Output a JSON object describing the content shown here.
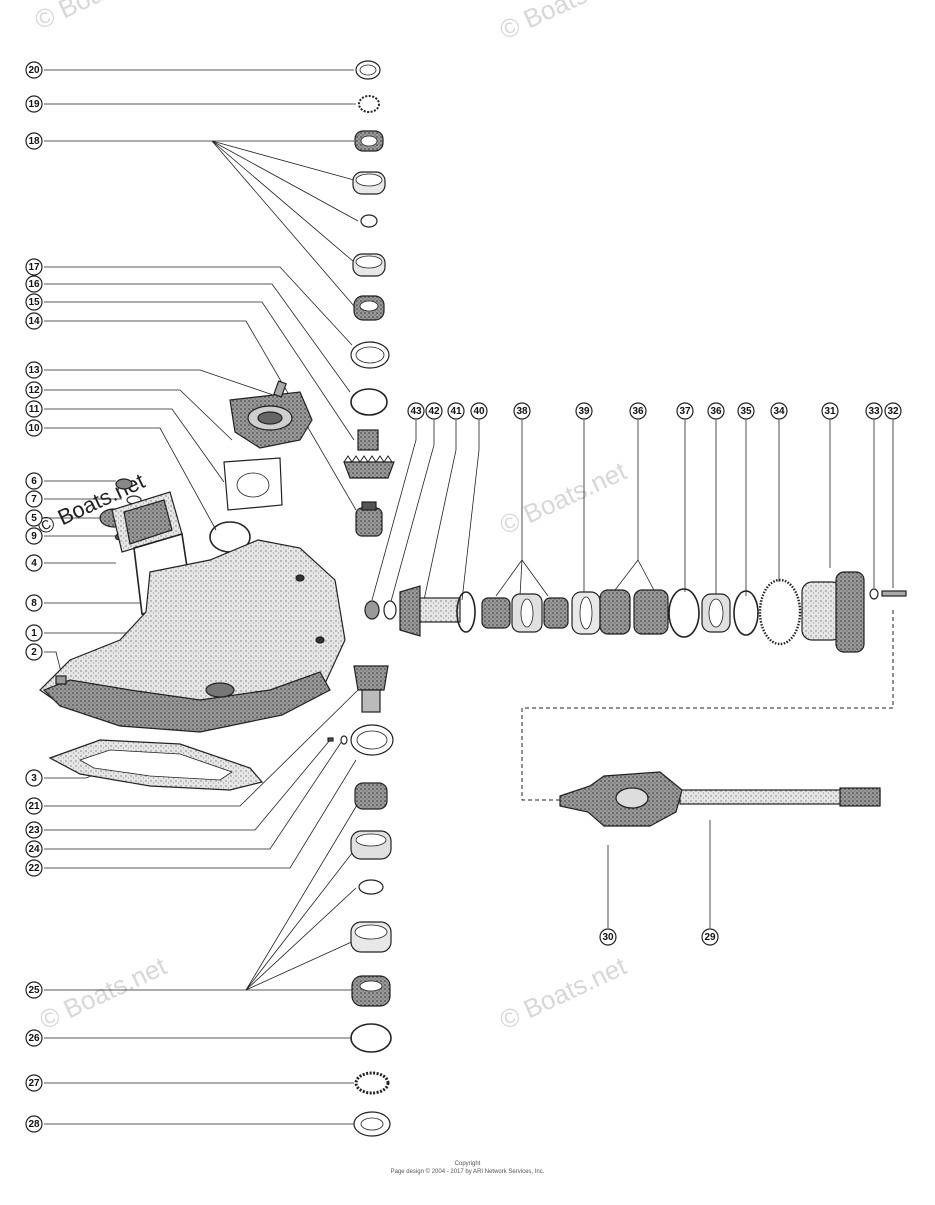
{
  "callouts": [
    "1",
    "2",
    "3",
    "4",
    "5",
    "6",
    "7",
    "8",
    "9",
    "10",
    "11",
    "12",
    "13",
    "14",
    "15",
    "16",
    "17",
    "18",
    "19",
    "20",
    "21",
    "22",
    "23",
    "24",
    "25",
    "26",
    "27",
    "28",
    "29",
    "30",
    "31",
    "32",
    "33",
    "34",
    "35",
    "36",
    "37",
    "38",
    "39",
    "40",
    "41",
    "42",
    "43"
  ],
  "watermarks": [
    "© Boats.net",
    "© Boats.net",
    "© Boats.net",
    "© Boats.net",
    "© Boats.net",
    "© Boats.net"
  ],
  "copyright": {
    "line1": "Copyright",
    "line2": "Page design © 2004 - 2017 by ARI Network Services, Inc."
  },
  "colors": {
    "ink": "#222222",
    "shade": "#9a9a9a",
    "light": "#cfcfcf",
    "watermark": "#d7d7d7"
  }
}
